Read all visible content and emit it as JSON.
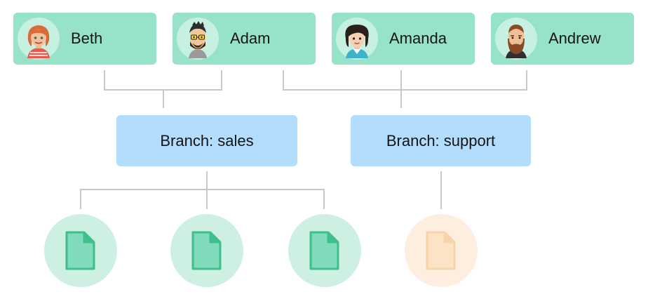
{
  "users": [
    {
      "name": "Beth",
      "avatar": "beth-avatar-icon"
    },
    {
      "name": "Adam",
      "avatar": "adam-avatar-icon"
    },
    {
      "name": "Amanda",
      "avatar": "amanda-avatar-icon"
    },
    {
      "name": "Andrew",
      "avatar": "andrew-avatar-icon"
    }
  ],
  "branches": [
    {
      "label": "Branch: sales"
    },
    {
      "label": "Branch: support"
    }
  ],
  "documents": [
    {
      "icon": "document-icon",
      "branch": "Branch: sales",
      "color": "#3fbf8c"
    },
    {
      "icon": "document-icon",
      "branch": "Branch: sales",
      "color": "#3fbf8c"
    },
    {
      "icon": "document-icon",
      "branch": "Branch: sales",
      "color": "#3fbf8c"
    },
    {
      "icon": "document-icon",
      "branch": "Branch: support",
      "color": "#f6d4a9"
    }
  ],
  "colors": {
    "user_card": "#97e3c9",
    "branch_box": "#b2ddfc",
    "doc_circle_green": "#cdf0e3",
    "doc_circle_orange": "#fdeee0",
    "connector": "#c8c8c8"
  }
}
